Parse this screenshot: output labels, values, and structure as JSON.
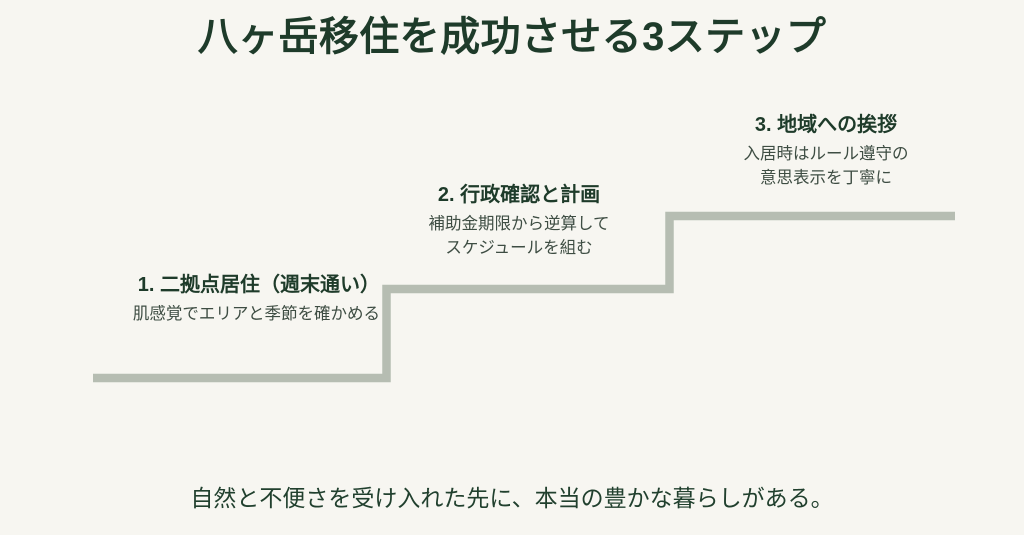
{
  "slide": {
    "title": "八ヶ岳移住を成功させる3ステップ",
    "footer": "自然と不便さを受け入れた先に、本当の豊かな暮らしがある。",
    "background_color": "#f7f6f1",
    "title_color": "#1e3b2a",
    "heading_color": "#1e3b2a",
    "description_color": "#3e4d43",
    "stair_color": "#b6bdb2",
    "footer_color": "#21402e"
  },
  "steps": [
    {
      "number": "1",
      "heading": "1. 二拠点居住（週末通い）",
      "description": "肌感覚でエリアと季節を確かめる",
      "description_lines": [
        "肌感覚でエリアと季節を確かめる"
      ]
    },
    {
      "number": "2",
      "heading": "2. 行政確認と計画",
      "description": "補助金期限から逆算してスケジュールを組む",
      "description_lines": [
        "補助金期限から逆算して",
        "スケジュールを組む"
      ]
    },
    {
      "number": "3",
      "heading": "3. 地域への挨拶",
      "description": "入居時はルール遵守の意思表示を丁寧に",
      "description_lines": [
        "入居時はルール遵守の",
        "意思表示を丁寧に"
      ]
    }
  ],
  "chart_data": {
    "type": "line",
    "title": "八ヶ岳移住を成功させる3ステップ",
    "xlabel": "",
    "ylabel": "",
    "categories": [
      "1. 二拠点居住（週末通い）",
      "2. 行政確認と計画",
      "3. 地域への挨拶"
    ],
    "values": [
      1,
      2,
      3
    ],
    "grid": false,
    "legend": "none",
    "annotations": [
      "肌感覚でエリアと季節を確かめる",
      "補助金期限から逆算してスケジュールを組む",
      "入居時はルール遵守の意思表示を丁寧に"
    ],
    "series": [
      {
        "name": "staircase",
        "treads": [
          {
            "x_start": 93,
            "x_end": 390,
            "y": 378
          },
          {
            "x_start": 383,
            "x_end": 673,
            "y": 289
          },
          {
            "x_start": 665,
            "x_end": 955,
            "y": 216
          }
        ]
      }
    ]
  }
}
